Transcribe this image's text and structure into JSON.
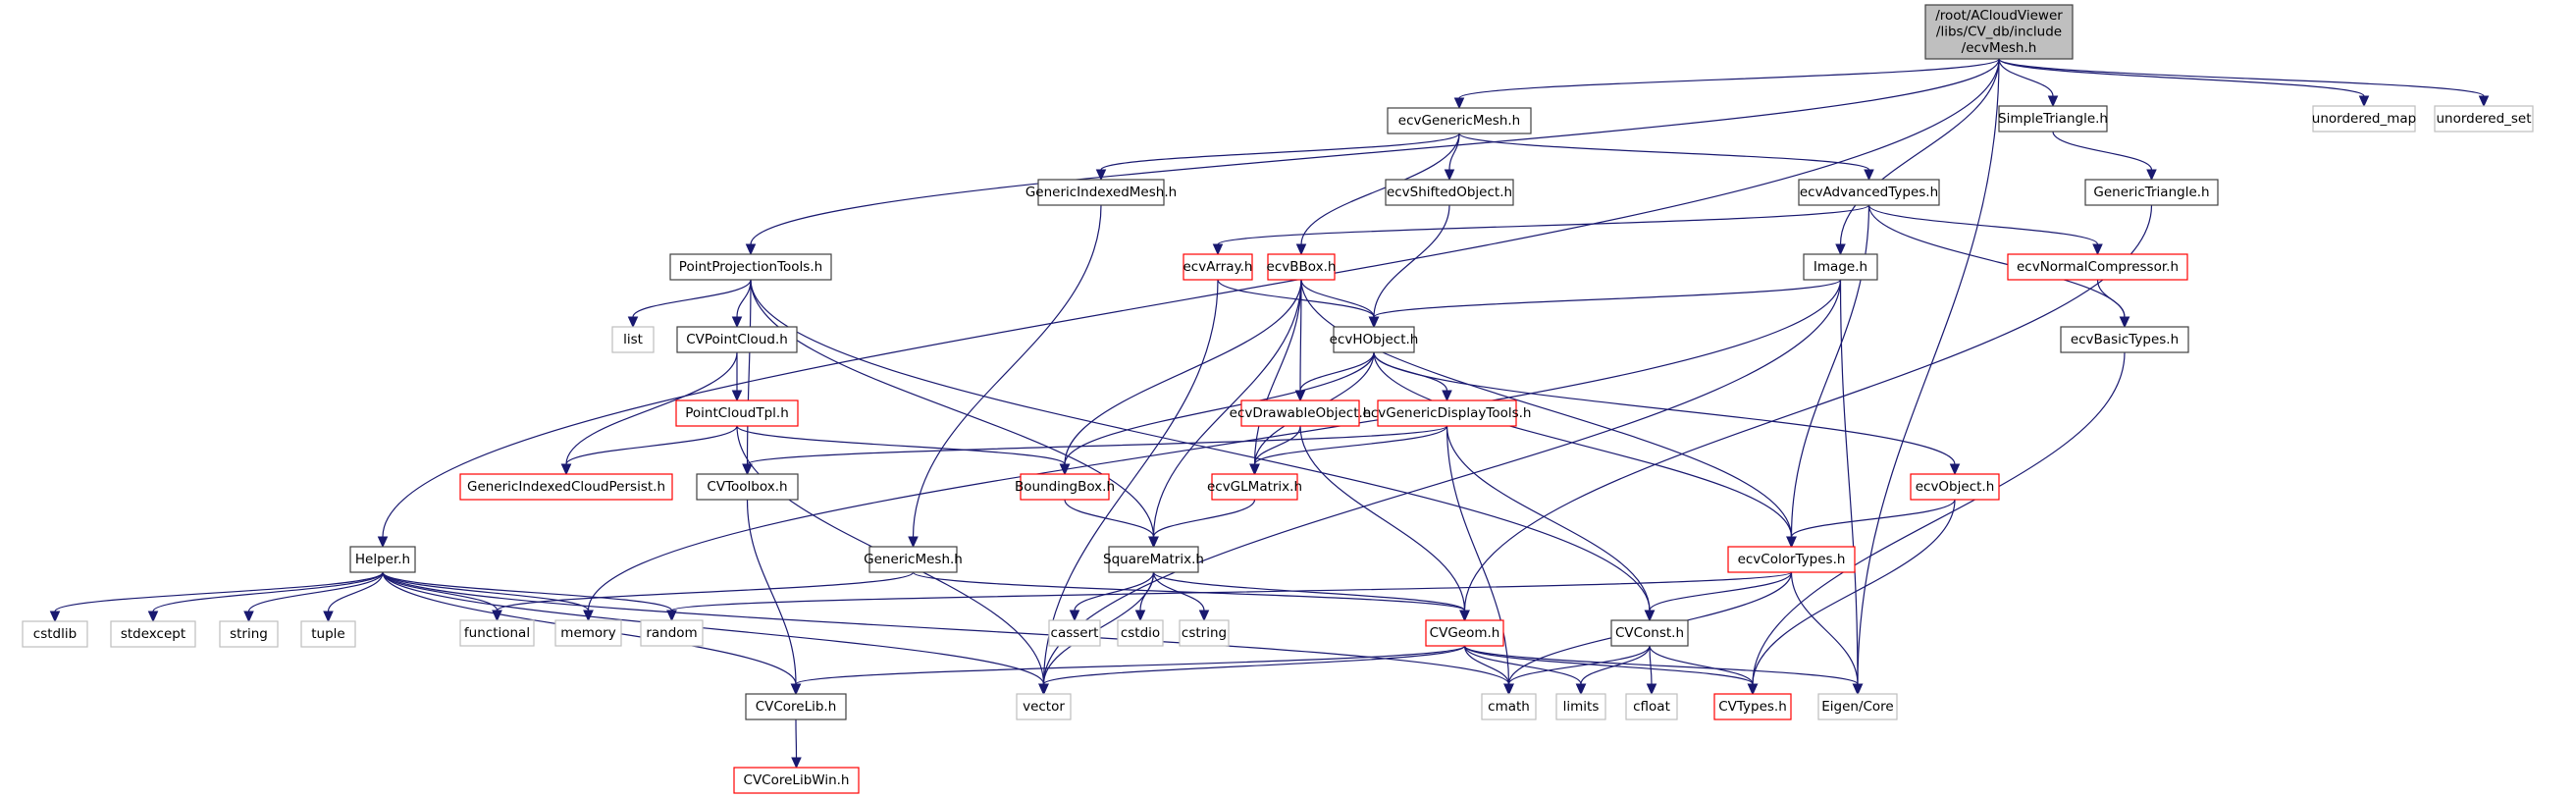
{
  "title": "Include dependency graph for ecvMesh.h",
  "colors": {
    "edge": "#191970",
    "documented_border": "#404040",
    "truncated_border": "#ff0000",
    "external_border": "#bfbfbf",
    "root_fill": "#bfbfbf"
  },
  "nodes": [
    {
      "id": "root",
      "label": [
        "/root/ACloudViewer",
        "/libs/CV_db/include",
        "/ecvMesh.h"
      ],
      "kind": "root"
    },
    {
      "id": "ecvGenericMesh",
      "label": [
        "ecvGenericMesh.h"
      ],
      "kind": "documented"
    },
    {
      "id": "SimpleTriangle",
      "label": [
        "SimpleTriangle.h"
      ],
      "kind": "documented"
    },
    {
      "id": "unordered_map",
      "label": [
        "unordered_map"
      ],
      "kind": "external"
    },
    {
      "id": "unordered_set",
      "label": [
        "unordered_set"
      ],
      "kind": "external"
    },
    {
      "id": "GenericIndexedMesh",
      "label": [
        "GenericIndexedMesh.h"
      ],
      "kind": "documented"
    },
    {
      "id": "ecvShiftedObject",
      "label": [
        "ecvShiftedObject.h"
      ],
      "kind": "documented"
    },
    {
      "id": "ecvAdvancedTypes",
      "label": [
        "ecvAdvancedTypes.h"
      ],
      "kind": "documented"
    },
    {
      "id": "GenericTriangle",
      "label": [
        "GenericTriangle.h"
      ],
      "kind": "documented"
    },
    {
      "id": "PointProjectionTools",
      "label": [
        "PointProjectionTools.h"
      ],
      "kind": "documented"
    },
    {
      "id": "ecvArray",
      "label": [
        "ecvArray.h"
      ],
      "kind": "truncated"
    },
    {
      "id": "ecvBBox",
      "label": [
        "ecvBBox.h"
      ],
      "kind": "truncated"
    },
    {
      "id": "Image",
      "label": [
        "Image.h"
      ],
      "kind": "documented"
    },
    {
      "id": "ecvNormalCompressor",
      "label": [
        "ecvNormalCompressor.h"
      ],
      "kind": "truncated"
    },
    {
      "id": "list",
      "label": [
        "list"
      ],
      "kind": "external"
    },
    {
      "id": "CVPointCloud",
      "label": [
        "CVPointCloud.h"
      ],
      "kind": "documented"
    },
    {
      "id": "ecvHObject",
      "label": [
        "ecvHObject.h"
      ],
      "kind": "documented"
    },
    {
      "id": "ecvBasicTypes",
      "label": [
        "ecvBasicTypes.h"
      ],
      "kind": "documented"
    },
    {
      "id": "PointCloudTpl",
      "label": [
        "PointCloudTpl.h"
      ],
      "kind": "truncated"
    },
    {
      "id": "ecvDrawableObject",
      "label": [
        "ecvDrawableObject.h"
      ],
      "kind": "truncated"
    },
    {
      "id": "ecvGenericDisplayTools",
      "label": [
        "ecvGenericDisplayTools.h"
      ],
      "kind": "truncated"
    },
    {
      "id": "GenericIndexedCloudPersist",
      "label": [
        "GenericIndexedCloudPersist.h"
      ],
      "kind": "truncated"
    },
    {
      "id": "CVToolbox",
      "label": [
        "CVToolbox.h"
      ],
      "kind": "documented"
    },
    {
      "id": "BoundingBox",
      "label": [
        "BoundingBox.h"
      ],
      "kind": "truncated"
    },
    {
      "id": "ecvGLMatrix",
      "label": [
        "ecvGLMatrix.h"
      ],
      "kind": "truncated"
    },
    {
      "id": "ecvObject",
      "label": [
        "ecvObject.h"
      ],
      "kind": "truncated"
    },
    {
      "id": "Helper",
      "label": [
        "Helper.h"
      ],
      "kind": "documented"
    },
    {
      "id": "GenericMesh",
      "label": [
        "GenericMesh.h"
      ],
      "kind": "documented"
    },
    {
      "id": "SquareMatrix",
      "label": [
        "SquareMatrix.h"
      ],
      "kind": "documented"
    },
    {
      "id": "ecvColorTypes",
      "label": [
        "ecvColorTypes.h"
      ],
      "kind": "truncated"
    },
    {
      "id": "cstdlib",
      "label": [
        "cstdlib"
      ],
      "kind": "external"
    },
    {
      "id": "stdexcept",
      "label": [
        "stdexcept"
      ],
      "kind": "external"
    },
    {
      "id": "string",
      "label": [
        "string"
      ],
      "kind": "external"
    },
    {
      "id": "tuple",
      "label": [
        "tuple"
      ],
      "kind": "external"
    },
    {
      "id": "functional",
      "label": [
        "functional"
      ],
      "kind": "external"
    },
    {
      "id": "memory",
      "label": [
        "memory"
      ],
      "kind": "external"
    },
    {
      "id": "random",
      "label": [
        "random"
      ],
      "kind": "external"
    },
    {
      "id": "cassert",
      "label": [
        "cassert"
      ],
      "kind": "external"
    },
    {
      "id": "cstdio",
      "label": [
        "cstdio"
      ],
      "kind": "external"
    },
    {
      "id": "cstring",
      "label": [
        "cstring"
      ],
      "kind": "external"
    },
    {
      "id": "CVGeom",
      "label": [
        "CVGeom.h"
      ],
      "kind": "truncated"
    },
    {
      "id": "CVConst",
      "label": [
        "CVConst.h"
      ],
      "kind": "documented"
    },
    {
      "id": "cmath",
      "label": [
        "cmath"
      ],
      "kind": "external"
    },
    {
      "id": "limits",
      "label": [
        "limits"
      ],
      "kind": "external"
    },
    {
      "id": "cfloat",
      "label": [
        "cfloat"
      ],
      "kind": "external"
    },
    {
      "id": "CVTypes",
      "label": [
        "CVTypes.h"
      ],
      "kind": "truncated"
    },
    {
      "id": "EigenCore",
      "label": [
        "Eigen/Core"
      ],
      "kind": "external"
    },
    {
      "id": "vector",
      "label": [
        "vector"
      ],
      "kind": "external"
    },
    {
      "id": "CVCoreLib",
      "label": [
        "CVCoreLib.h"
      ],
      "kind": "documented"
    },
    {
      "id": "CVCoreLibWin",
      "label": [
        "CVCoreLibWin.h"
      ],
      "kind": "truncated"
    }
  ],
  "edges": [
    [
      "root",
      "ecvGenericMesh"
    ],
    [
      "root",
      "SimpleTriangle"
    ],
    [
      "root",
      "unordered_map"
    ],
    [
      "root",
      "unordered_set"
    ],
    [
      "root",
      "PointProjectionTools"
    ],
    [
      "root",
      "Image"
    ],
    [
      "root",
      "Helper"
    ],
    [
      "root",
      "EigenCore"
    ],
    [
      "ecvGenericMesh",
      "GenericIndexedMesh"
    ],
    [
      "ecvGenericMesh",
      "ecvShiftedObject"
    ],
    [
      "ecvGenericMesh",
      "ecvAdvancedTypes"
    ],
    [
      "ecvGenericMesh",
      "ecvBBox"
    ],
    [
      "SimpleTriangle",
      "GenericTriangle"
    ],
    [
      "GenericIndexedMesh",
      "GenericMesh"
    ],
    [
      "ecvShiftedObject",
      "ecvHObject"
    ],
    [
      "ecvAdvancedTypes",
      "ecvArray"
    ],
    [
      "ecvAdvancedTypes",
      "ecvNormalCompressor"
    ],
    [
      "ecvAdvancedTypes",
      "ecvBasicTypes"
    ],
    [
      "ecvAdvancedTypes",
      "ecvColorTypes"
    ],
    [
      "GenericTriangle",
      "CVGeom"
    ],
    [
      "PointProjectionTools",
      "list"
    ],
    [
      "PointProjectionTools",
      "CVPointCloud"
    ],
    [
      "PointProjectionTools",
      "CVToolbox"
    ],
    [
      "PointProjectionTools",
      "SquareMatrix"
    ],
    [
      "PointProjectionTools",
      "CVConst"
    ],
    [
      "ecvArray",
      "ecvHObject"
    ],
    [
      "ecvArray",
      "vector"
    ],
    [
      "ecvBBox",
      "ecvHObject"
    ],
    [
      "ecvBBox",
      "ecvDrawableObject"
    ],
    [
      "ecvBBox",
      "ecvGLMatrix"
    ],
    [
      "ecvBBox",
      "BoundingBox"
    ],
    [
      "ecvBBox",
      "SquareMatrix"
    ],
    [
      "ecvBBox",
      "ecvColorTypes"
    ],
    [
      "Image",
      "ecvHObject"
    ],
    [
      "Image",
      "memory"
    ],
    [
      "Image",
      "vector"
    ],
    [
      "Image",
      "EigenCore"
    ],
    [
      "ecvNormalCompressor",
      "ecvBasicTypes"
    ],
    [
      "CVPointCloud",
      "PointCloudTpl"
    ],
    [
      "CVPointCloud",
      "GenericIndexedCloudPersist"
    ],
    [
      "ecvHObject",
      "ecvDrawableObject"
    ],
    [
      "ecvHObject",
      "ecvGenericDisplayTools"
    ],
    [
      "ecvHObject",
      "ecvObject"
    ],
    [
      "ecvHObject",
      "ecvGLMatrix"
    ],
    [
      "ecvHObject",
      "BoundingBox"
    ],
    [
      "ecvHObject",
      "ecvColorTypes"
    ],
    [
      "ecvBasicTypes",
      "CVTypes"
    ],
    [
      "PointCloudTpl",
      "GenericIndexedCloudPersist"
    ],
    [
      "PointCloudTpl",
      "BoundingBox"
    ],
    [
      "PointCloudTpl",
      "vector"
    ],
    [
      "ecvDrawableObject",
      "ecvGLMatrix"
    ],
    [
      "ecvDrawableObject",
      "CVGeom"
    ],
    [
      "ecvGenericDisplayTools",
      "ecvGLMatrix"
    ],
    [
      "ecvGenericDisplayTools",
      "CVToolbox"
    ],
    [
      "ecvGenericDisplayTools",
      "CVConst"
    ],
    [
      "ecvGenericDisplayTools",
      "cmath"
    ],
    [
      "CVToolbox",
      "CVCoreLib"
    ],
    [
      "BoundingBox",
      "SquareMatrix"
    ],
    [
      "ecvGLMatrix",
      "SquareMatrix"
    ],
    [
      "ecvObject",
      "ecvColorTypes"
    ],
    [
      "ecvObject",
      "CVTypes"
    ],
    [
      "Helper",
      "cstdlib"
    ],
    [
      "Helper",
      "stdexcept"
    ],
    [
      "Helper",
      "string"
    ],
    [
      "Helper",
      "tuple"
    ],
    [
      "Helper",
      "functional"
    ],
    [
      "Helper",
      "memory"
    ],
    [
      "Helper",
      "random"
    ],
    [
      "Helper",
      "vector"
    ],
    [
      "Helper",
      "cmath"
    ],
    [
      "Helper",
      "CVCoreLib"
    ],
    [
      "GenericMesh",
      "functional"
    ],
    [
      "GenericMesh",
      "CVGeom"
    ],
    [
      "SquareMatrix",
      "cassert"
    ],
    [
      "SquareMatrix",
      "cstdio"
    ],
    [
      "SquareMatrix",
      "cstring"
    ],
    [
      "SquareMatrix",
      "CVGeom"
    ],
    [
      "SquareMatrix",
      "vector"
    ],
    [
      "ecvColorTypes",
      "random"
    ],
    [
      "ecvColorTypes",
      "CVConst"
    ],
    [
      "ecvColorTypes",
      "EigenCore"
    ],
    [
      "ecvColorTypes",
      "cmath"
    ],
    [
      "CVGeom",
      "cmath"
    ],
    [
      "CVGeom",
      "limits"
    ],
    [
      "CVGeom",
      "CVTypes"
    ],
    [
      "CVGeom",
      "EigenCore"
    ],
    [
      "CVGeom",
      "vector"
    ],
    [
      "CVGeom",
      "CVCoreLib"
    ],
    [
      "CVConst",
      "cmath"
    ],
    [
      "CVConst",
      "limits"
    ],
    [
      "CVConst",
      "cfloat"
    ],
    [
      "CVConst",
      "CVTypes"
    ],
    [
      "CVCoreLib",
      "CVCoreLibWin"
    ]
  ]
}
